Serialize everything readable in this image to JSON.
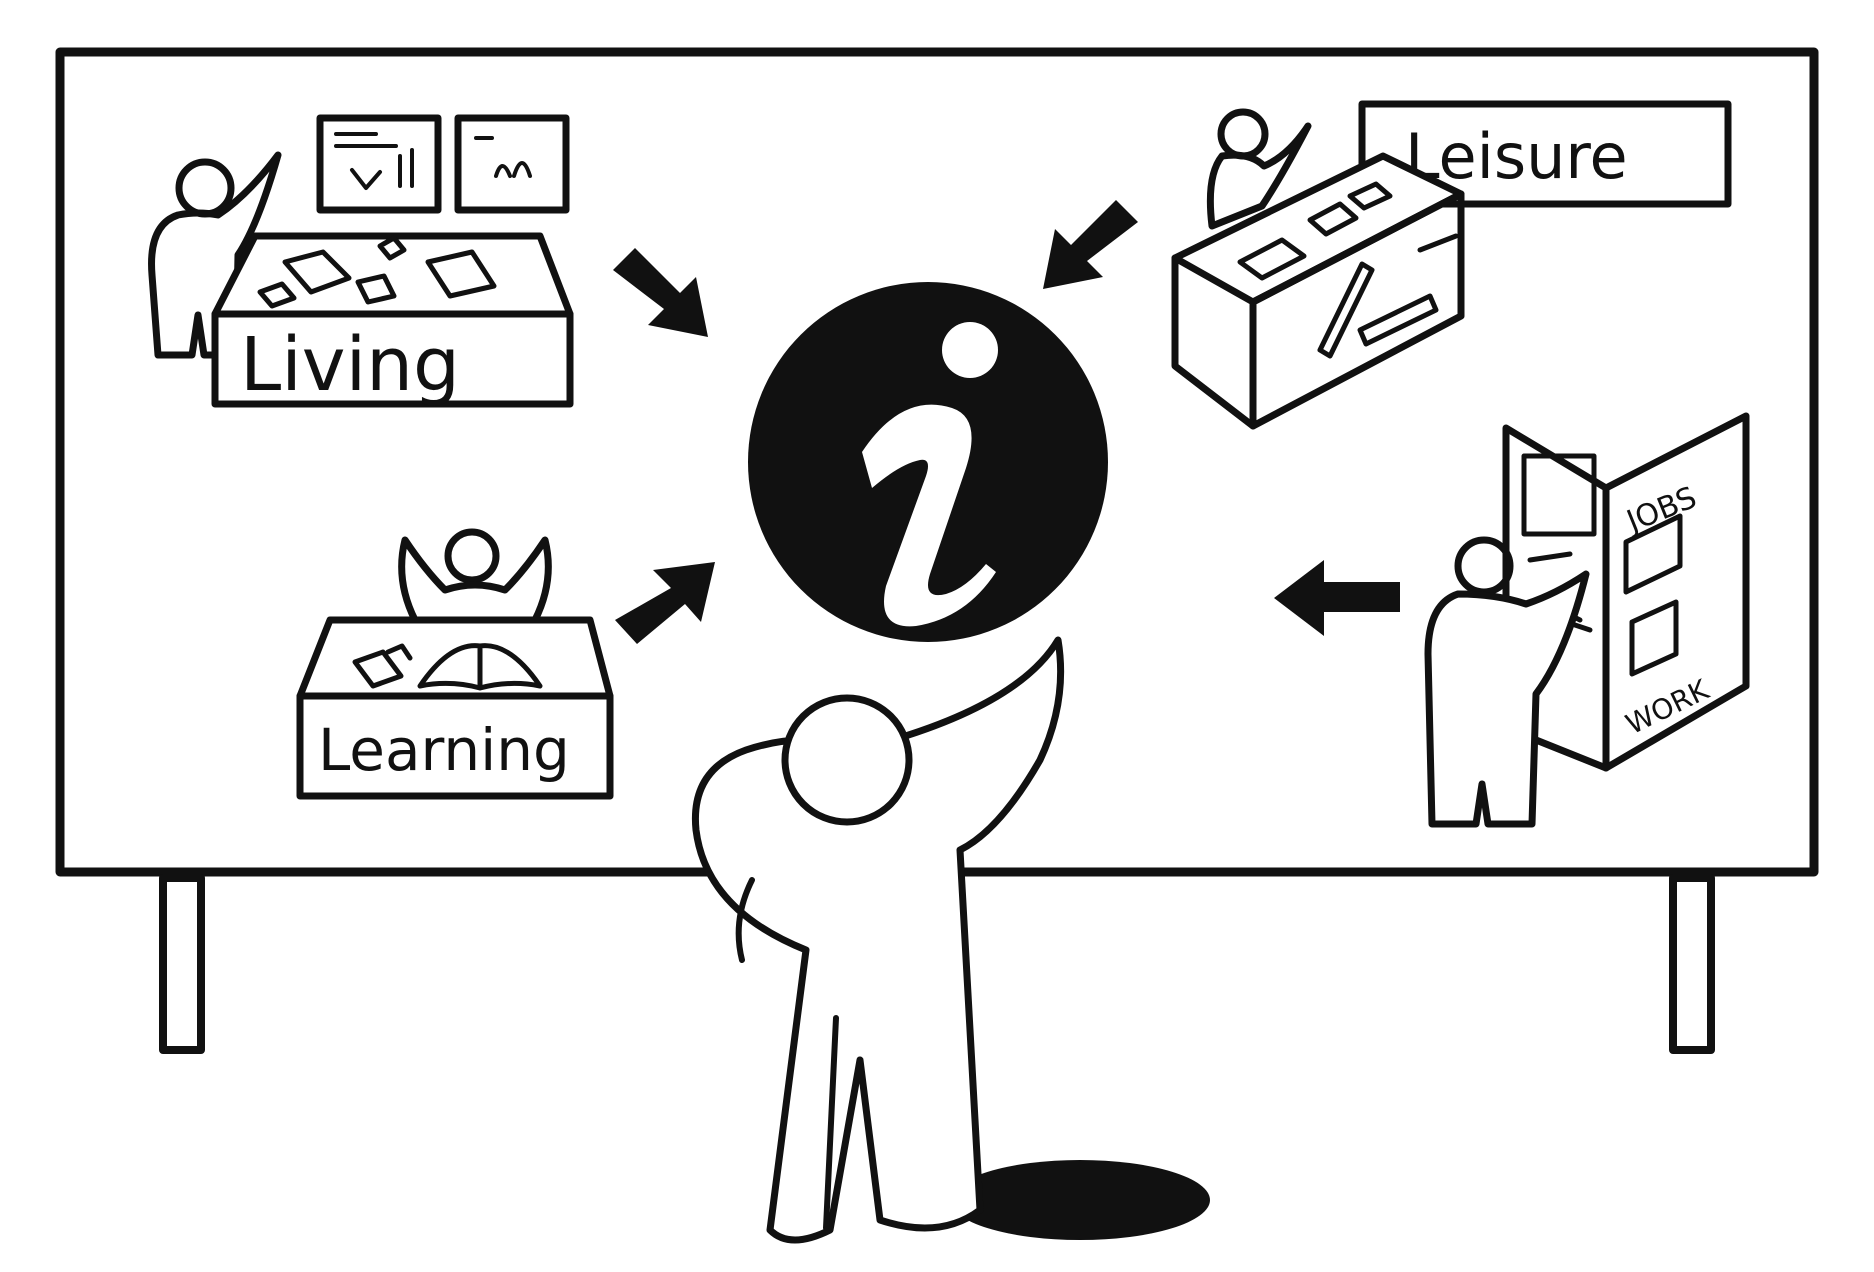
{
  "colors": {
    "ink": "#111111",
    "paper": "#ffffff"
  },
  "labels": {
    "living": "Living",
    "learning": "Learning",
    "leisure": "Leisure",
    "jobs": "JOBS",
    "work": "WORK"
  },
  "icons": {
    "center": "information-icon",
    "arrows": "arrow-icon"
  }
}
